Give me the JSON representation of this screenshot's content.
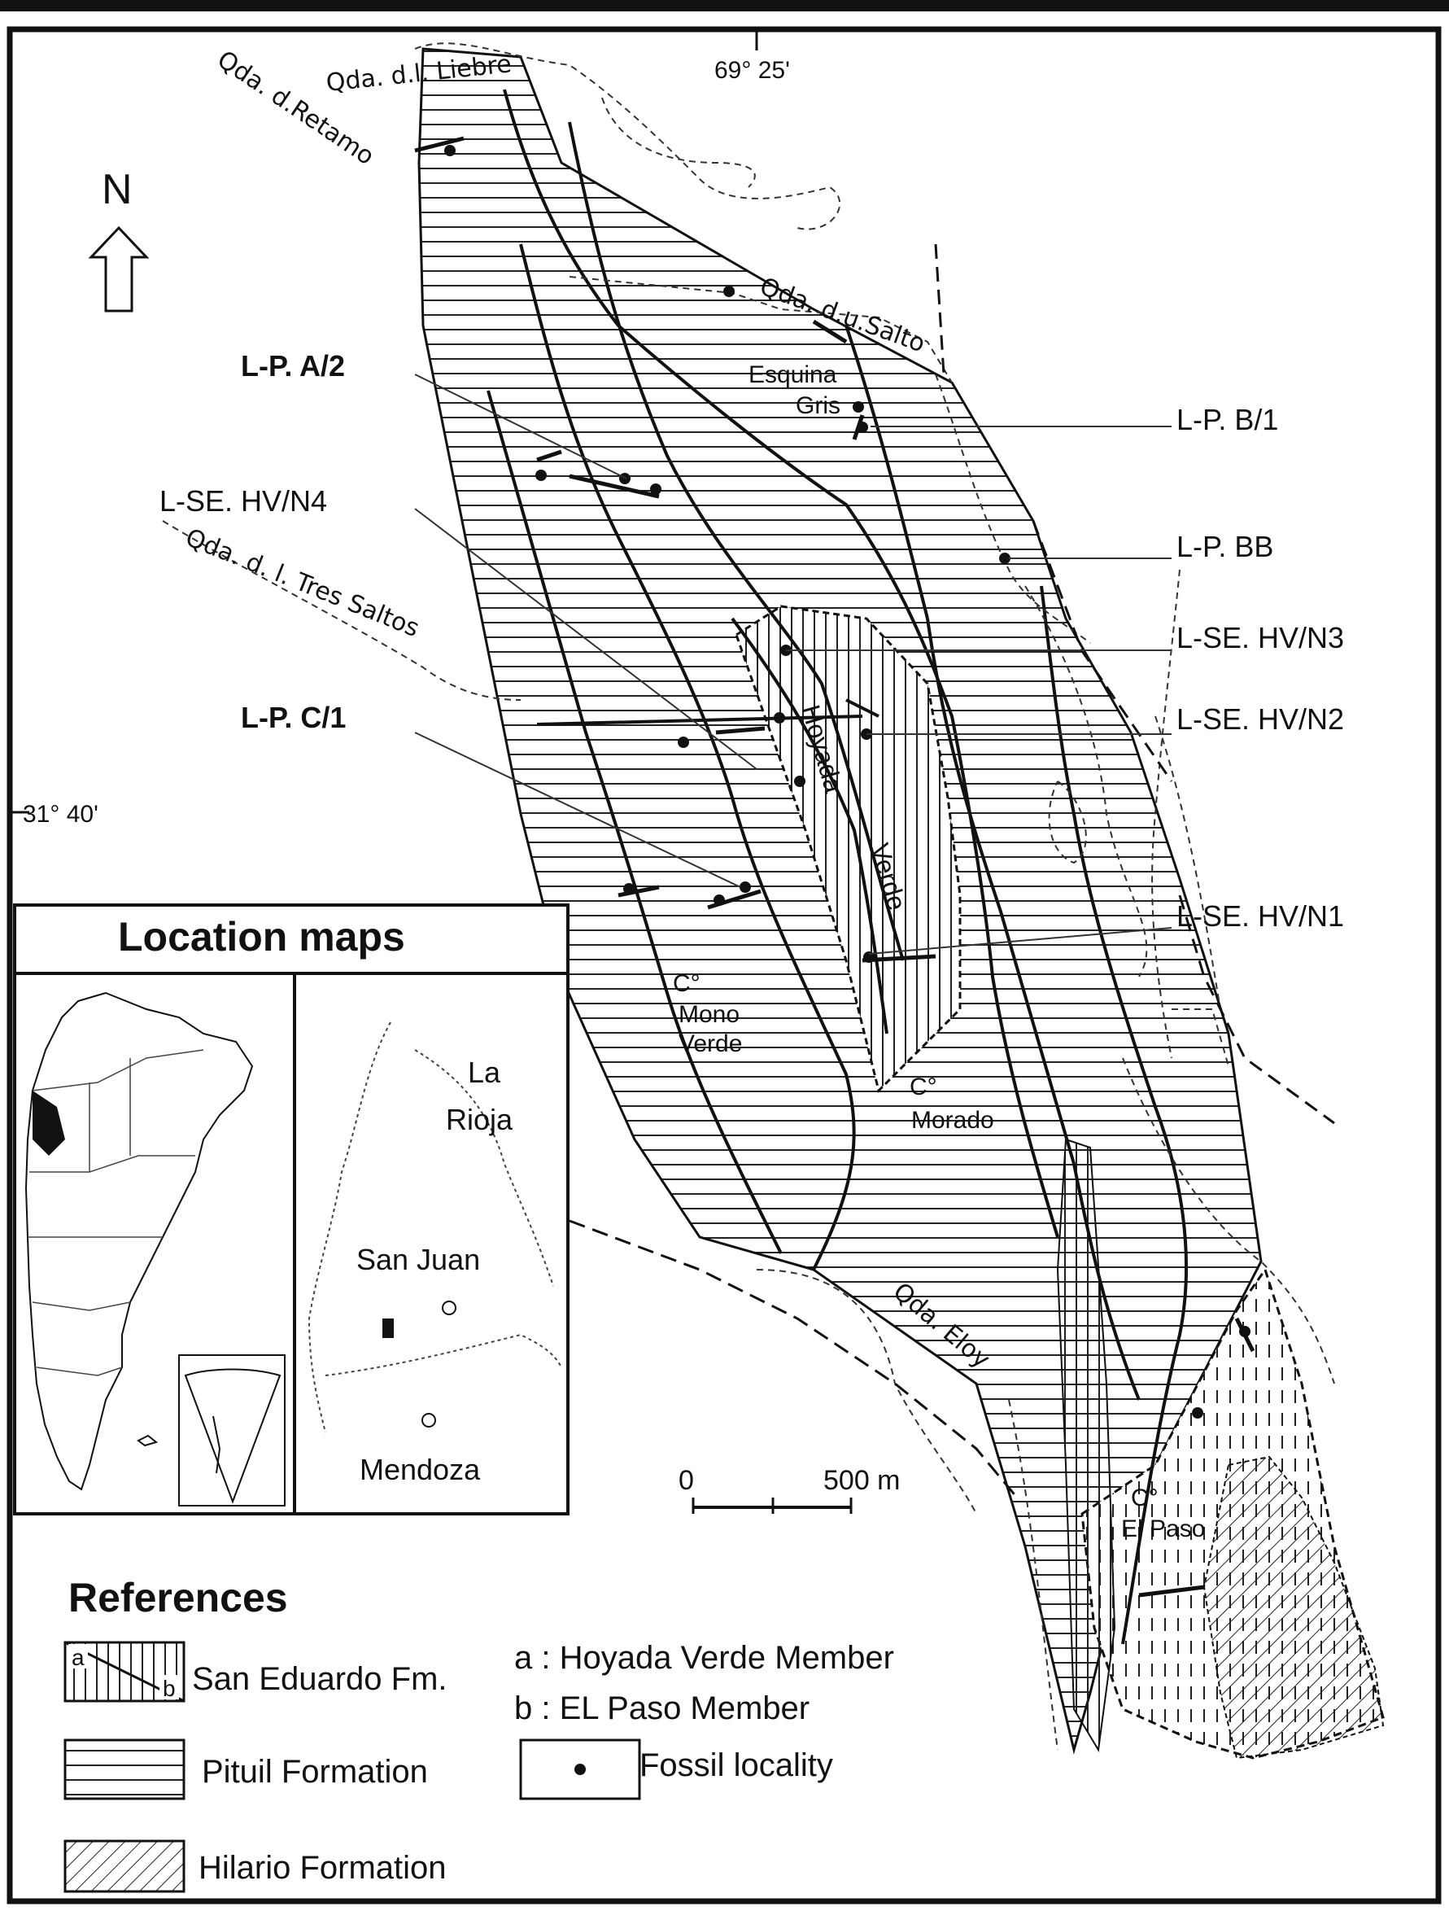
{
  "coordinates": {
    "longitude": "69° 25'",
    "latitude": "31° 40'"
  },
  "north_arrow": {
    "label": "N",
    "icon": "north-arrow-icon"
  },
  "place_names": {
    "liebre": "Qda. d.l. Liebre",
    "retamo": "Qda. d.Retamo",
    "salto": "Qda. d.u.Salto",
    "tres_saltos": "Qda. d. l. Tres Saltos",
    "esquina": "Esquina",
    "gris": "Gris",
    "hoyada": "Hoyada",
    "verde": "Verde",
    "co_symbol": "C°",
    "mono": "Mono",
    "mono_verde": "Verde",
    "morado": "Morado",
    "eloy": "Qda. Eloy",
    "el_paso": "El Paso"
  },
  "localities": {
    "lp_a2": "L-P. A/2",
    "lse_hvn4": "L-SE. HV/N4",
    "lp_c1": "L-P. C/1",
    "lp_b1": "L-P. B/1",
    "lp_bb": "L-P. BB",
    "lse_hvn3": "L-SE. HV/N3",
    "lse_hvn2": "L-SE. HV/N2",
    "lse_hvn1": "L-SE. HV/N1"
  },
  "scale_bar": {
    "zero": "0",
    "length": "500 m"
  },
  "location_maps": {
    "title": "Location maps",
    "la": "La",
    "rioja": "Rioja",
    "san_juan": "San Juan",
    "mendoza": "Mendoza"
  },
  "references": {
    "title": "References",
    "san_eduardo": "San Eduardo Fm.",
    "swatch_a": "a",
    "swatch_b": "b",
    "member_a": "a : Hoyada Verde Member",
    "member_b": "b : EL Paso Member",
    "pituil": "Pituil Formation",
    "fossil": "Fossil locality",
    "hilario": "Hilario Formation"
  }
}
